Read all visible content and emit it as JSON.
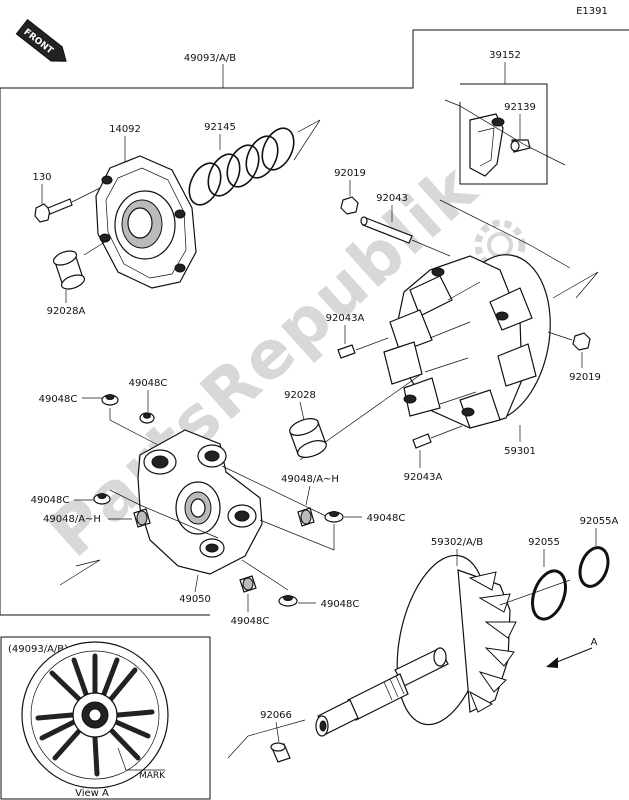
{
  "diagram": {
    "code": "E1391",
    "watermark": "PartsRepublik",
    "front_badge": "FRONT",
    "view_caption": "View A",
    "view_title": "(49093/A/B)",
    "mark_label": "MARK",
    "arrow_label": "A",
    "parts": {
      "p49093": "49093/A/B",
      "p39152": "39152",
      "p92139": "92139",
      "p14092": "14092",
      "p92145": "92145",
      "p130": "130",
      "p92028A": "92028A",
      "p92019_top": "92019",
      "p92043": "92043",
      "p92043A_upper": "92043A",
      "p92019_right": "92019",
      "p92028": "92028",
      "p59301": "59301",
      "p92043A_lower": "92043A",
      "p49048C_a": "49048C",
      "p49048C_b": "49048C",
      "p49048_AH_right": "49048/A~H",
      "p49048C_c": "49048C",
      "p49048C_d": "49048C",
      "p49048_AH_left": "49048/A~H",
      "p49050": "49050",
      "p49048C_e": "49048C",
      "p49048C_f": "49048C",
      "p59302": "59302/A/B",
      "p92055": "92055",
      "p92055A": "92055A",
      "p92066": "92066"
    }
  }
}
